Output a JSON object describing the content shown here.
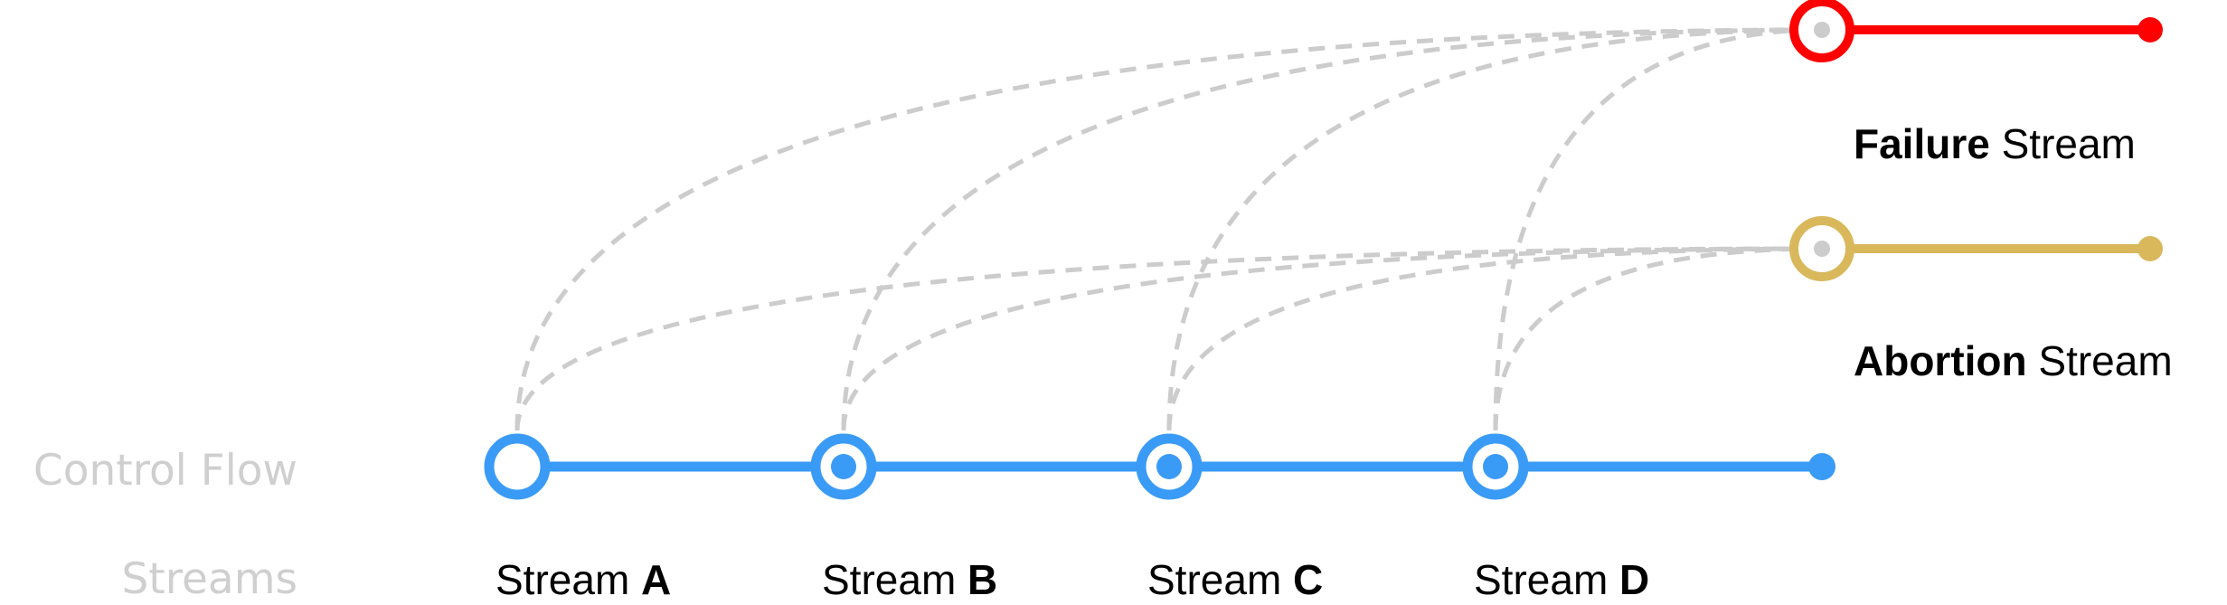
{
  "row_labels": {
    "control_flow": "Control Flow",
    "streams": "Streams"
  },
  "streams": [
    {
      "prefix": "Stream",
      "name": "A"
    },
    {
      "prefix": "Stream",
      "name": "B"
    },
    {
      "prefix": "Stream",
      "name": "C"
    },
    {
      "prefix": "Stream",
      "name": "D"
    }
  ],
  "failure": {
    "name": "Failure",
    "suffix": "Stream",
    "color": "#ff0000"
  },
  "abortion": {
    "name": "Abortion",
    "suffix": "Stream",
    "color": "#d9b85c"
  },
  "colors": {
    "control_flow": "#3a9bf7",
    "connector": "#cccccc",
    "row_label": "#cfcfcf"
  }
}
